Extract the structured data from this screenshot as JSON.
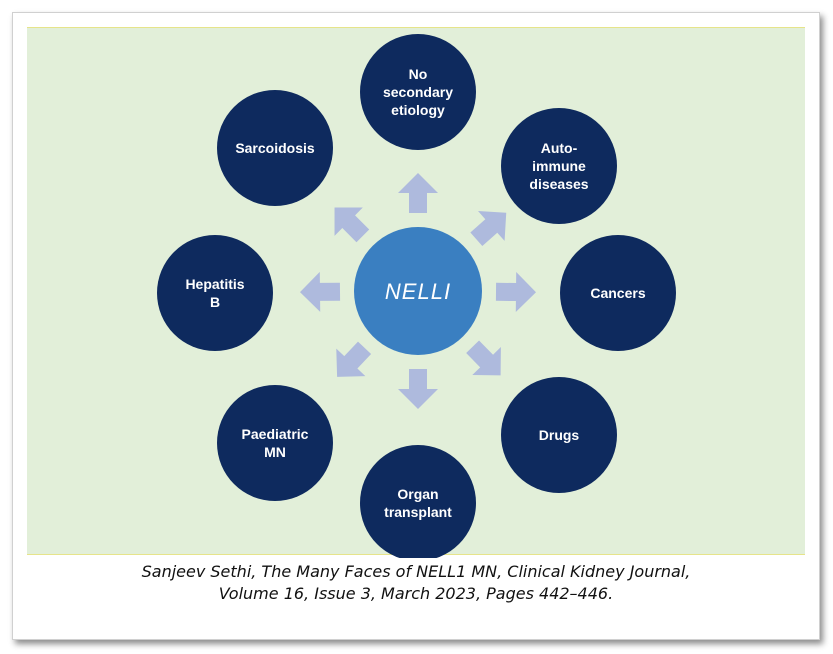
{
  "diagram": {
    "center": {
      "label": "NELLI",
      "color": "#3a7fc1"
    },
    "node_color": "#0e2a5e",
    "arrow_color": "#aebadd",
    "nodes": [
      {
        "id": "no-secondary-etiology",
        "lines": [
          "No",
          "secondary",
          "etiology"
        ]
      },
      {
        "id": "autoimmune-diseases",
        "lines": [
          "Auto-",
          "immune",
          "diseases"
        ]
      },
      {
        "id": "cancers",
        "lines": [
          "Cancers"
        ]
      },
      {
        "id": "drugs",
        "lines": [
          "Drugs"
        ]
      },
      {
        "id": "organ-transplant",
        "lines": [
          "Organ",
          "transplant"
        ]
      },
      {
        "id": "paediatric-mn",
        "lines": [
          "Paediatric",
          "MN"
        ]
      },
      {
        "id": "hepatitis-b",
        "lines": [
          "Hepatitis",
          "B"
        ]
      },
      {
        "id": "sarcoidosis",
        "lines": [
          "Sarcoidosis"
        ]
      }
    ]
  },
  "caption": {
    "line1": "Sanjeev Sethi, The Many Faces of NELL1 MN, Clinical Kidney Journal,",
    "line2": "Volume 16, Issue 3, March 2023, Pages 442–446."
  }
}
